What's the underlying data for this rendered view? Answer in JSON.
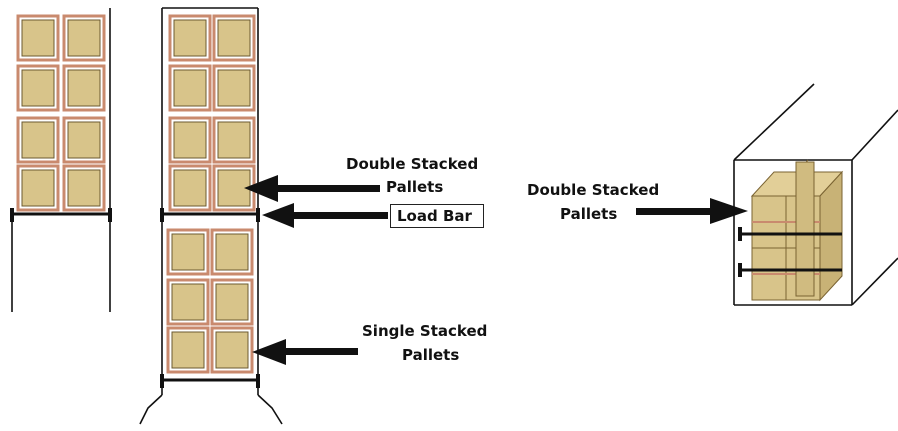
{
  "colors": {
    "pallet_fill": "#d8c48a",
    "pallet_border": "#c98a6e",
    "pallet_dark": "#6b5a30",
    "line": "#111111"
  },
  "labels": {
    "double_stacked_left_line1": "Double Stacked",
    "double_stacked_left_line2": "Pallets",
    "load_bar": "Load Bar",
    "single_stacked_line1": "Single Stacked",
    "single_stacked_line2": "Pallets",
    "double_stacked_right_line1": "Double Stacked",
    "double_stacked_right_line2": "Pallets"
  }
}
